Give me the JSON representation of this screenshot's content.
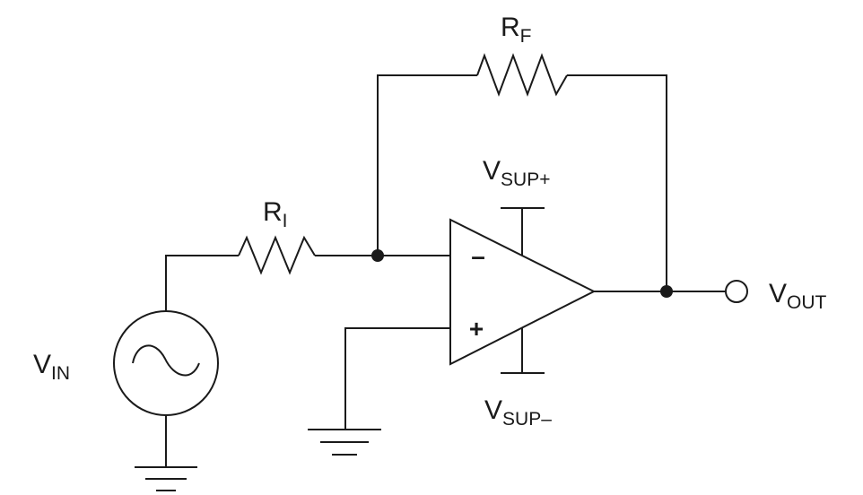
{
  "diagram": {
    "components": {
      "feedback_resistor": {
        "main": "R",
        "sub": "F"
      },
      "input_resistor": {
        "main": "R",
        "sub": "I"
      },
      "input_source": {
        "main": "V",
        "sub": "IN"
      },
      "output": {
        "main": "V",
        "sub": "OUT"
      },
      "supply_positive": {
        "main": "V",
        "sub": "SUP+"
      },
      "supply_negative": {
        "main": "V",
        "sub": "SUP–"
      }
    },
    "opamp_inputs": {
      "inverting": "–",
      "non_inverting": "+"
    }
  }
}
